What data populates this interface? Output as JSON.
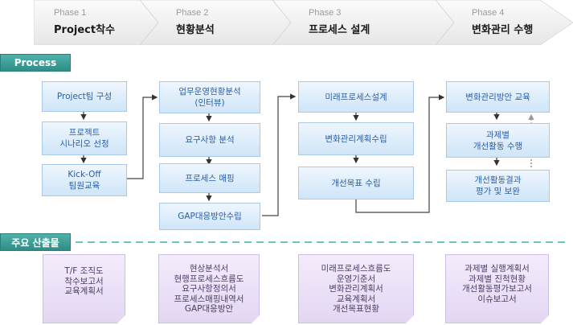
{
  "phases": [
    {
      "num": "Phase 1",
      "name": "Project착수"
    },
    {
      "num": "Phase 2",
      "name": "현황분석"
    },
    {
      "num": "Phase 3",
      "name": "프로세스 설계"
    },
    {
      "num": "Phase 4",
      "name": "변화관리 수행"
    }
  ],
  "sections": {
    "process_label": "Process",
    "outputs_label": "주요 산출물"
  },
  "colors": {
    "label_teal": "#3a9c95",
    "process_box_text": "#2a5ea8",
    "output_box_text": "#4a3d66",
    "dash_line": "#6cc4c0"
  },
  "process_columns": [
    {
      "steps": [
        "Project팀 구성",
        "프로젝트\n시나리오 선정",
        "Kick-Off\n팀원교육"
      ]
    },
    {
      "steps": [
        "업무운영현황분석\n(인터뷰)",
        "요구사항 분석",
        "프로세스 매핑",
        "GAP대응방안수립"
      ]
    },
    {
      "steps": [
        "미래프로세스설계",
        "변화관리계획수립",
        "개선목표 수립"
      ]
    },
    {
      "steps": [
        "변화관리방안 교육",
        "과제별\n개선활동 수행",
        "개선활동결과\n평가 및 보완"
      ]
    }
  ],
  "outputs": [
    {
      "items": [
        "T/F 조직도",
        "착수보고서",
        "교육계획서"
      ]
    },
    {
      "items": [
        "현상분석서",
        "현행프로세스흐름도",
        "요구사항정의서",
        "프로세스매핑내역서",
        "GAP대응방안"
      ]
    },
    {
      "items": [
        "미래프로세스흐름도",
        "운영기준서",
        "변화관리계획서",
        "교육계획서",
        "개선목표현황"
      ]
    },
    {
      "items": [
        "과제별 실행계획서",
        "과제별 진척현황",
        "개선활동평가보고서",
        "이슈보고서"
      ]
    }
  ]
}
